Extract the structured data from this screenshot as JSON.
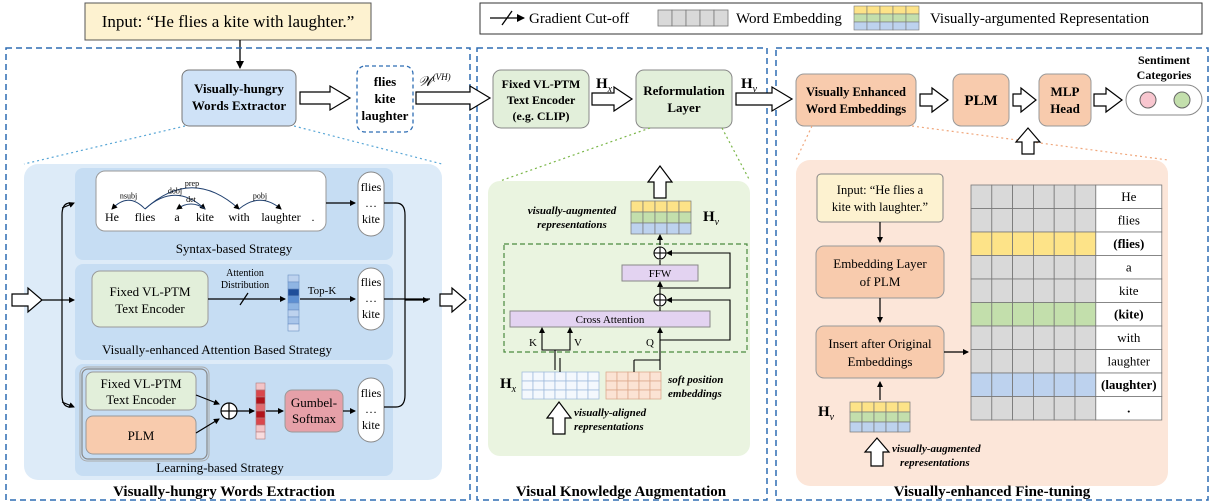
{
  "input_box": {
    "text": "Input: “He flies a kite with laughter.”"
  },
  "legend": {
    "gradient_cut": "Gradient Cut-off",
    "word_embedding": "Word Embedding",
    "visual_repr": "Visually-argumented Representation"
  },
  "left": {
    "title": "Visually-hungry Words Extraction",
    "extractor": [
      "Visually-hungry",
      "Words Extractor"
    ],
    "words": [
      "flies",
      "kite",
      "laughter"
    ],
    "wvh": "𝒲",
    "wvh_sup": "(VH)",
    "syntax": {
      "caption": "Syntax-based Strategy",
      "tokens": [
        "He",
        "flies",
        "a",
        "kite",
        "with",
        "laughter",
        "."
      ],
      "arcs": [
        "nsubj",
        "prep",
        "dobj",
        "det",
        "pobj"
      ],
      "out": [
        "flies",
        "…",
        "kite"
      ]
    },
    "attention": {
      "caption": "Visually-enhanced Attention Based Strategy",
      "encoder": [
        "Fixed VL-PTM",
        "Text Encoder"
      ],
      "dist": [
        "Attention",
        "Distribution"
      ],
      "topk": "Top-K",
      "out": [
        "flies",
        "…",
        "kite"
      ]
    },
    "learning": {
      "caption": "Learning-based Strategy",
      "encoder": [
        "Fixed VL-PTM",
        "Text Encoder"
      ],
      "plm": "PLM",
      "gumbel": [
        "Gumbel-",
        "Softmax"
      ],
      "out": [
        "flies",
        "…",
        "kite"
      ]
    }
  },
  "middle": {
    "title": "Visual Knowledge Augmentation",
    "encoder": [
      "Fixed VL-PTM",
      "Text Encoder",
      "(e.g. CLIP)"
    ],
    "reform": [
      "Reformulation",
      "Layer"
    ],
    "hx": "H",
    "hx_sub": "x",
    "hv": "H",
    "hv_sub": "v",
    "ffw": "FFW",
    "cross": "Cross Attention",
    "k": "K",
    "v": "V",
    "q": "Q",
    "aug_repr": [
      "visually-augmented",
      "representations"
    ],
    "aligned_repr": [
      "visually-aligned",
      "representations"
    ],
    "soft_pos": [
      "soft position",
      "embeddings"
    ]
  },
  "right": {
    "title": "Visually-enhanced Fine-tuning",
    "vewe": [
      "Visually Enhanced",
      "Word Embeddings"
    ],
    "plm": "PLM",
    "mlp": [
      "MLP",
      "Head"
    ],
    "sentiment": [
      "Sentiment",
      "Categories"
    ],
    "input": [
      "Input: “He flies a",
      "kite with laughter.”"
    ],
    "emb_layer": [
      "Embedding Layer",
      "of PLM"
    ],
    "insert": [
      "Insert after Original",
      "Embeddings"
    ],
    "tokens": [
      "He",
      "flies",
      "(flies)",
      "a",
      "kite",
      "(kite)",
      "with",
      "laughter",
      "(laughter)",
      "."
    ],
    "row_kinds": [
      "gray",
      "gray",
      "yellow",
      "gray",
      "gray",
      "green",
      "gray",
      "gray",
      "blue",
      "gray"
    ],
    "aug_repr": [
      "visually-augmented",
      "representations"
    ],
    "hv": "H",
    "hv_sub": "v"
  },
  "colors": {
    "blue_box": "#cfe2f7",
    "panel_blue": "#ddebf8",
    "green_box": "#e2efda",
    "orange_box": "#f8cbad",
    "pink_box": "#e6a0a8",
    "purple_box": "#e3d3f1",
    "yellow_cell": "#fde388",
    "green_cell": "#c3dfac",
    "blue_cell": "#bdd2ee",
    "gray_cell": "#d9d9d9",
    "dash": "#2e6db4"
  }
}
